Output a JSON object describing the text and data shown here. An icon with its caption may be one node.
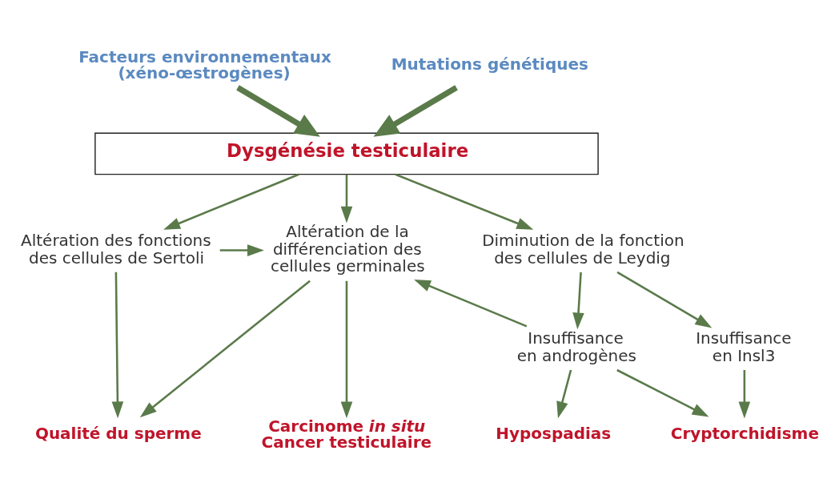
{
  "diagram": {
    "nodes": [
      {
        "text": [
          "Facteurs environnementaux (xéno-œstrogènes)"
        ]
      },
      {
        "text": [
          "Mutations génétiques"
        ]
      },
      {
        "text": [
          "Dysgénésie testiculaire"
        ]
      },
      {
        "text": [
          "Altération des fonctions des cellules de Sertoli"
        ]
      },
      {
        "text": [
          "Altération de la différenciation des cellules germinales"
        ]
      },
      {
        "text": [
          "Diminution de la fonction des cellules de Leydig"
        ]
      },
      {
        "text": [
          "Insuffisance en androgènes"
        ]
      },
      {
        "text": [
          "Insuffisance en Insl3"
        ]
      },
      {
        "text": [
          "Qualité du sperme"
        ]
      },
      {
        "text": [
          "Carcinome *in situ*",
          "Cancer testiculaire"
        ]
      },
      {
        "text": [
          "Hypospadias"
        ]
      },
      {
        "text": [
          "Cryptorchidisme"
        ]
      }
    ],
    "edges": [
      {
        "from": 0,
        "to": 2,
        "arrow": "to",
        "style": "thick"
      },
      {
        "from": 1,
        "to": 2,
        "arrow": "to",
        "style": "thick"
      },
      {
        "from": 2,
        "to": 3,
        "arrow": "to"
      },
      {
        "from": 2,
        "to": 4,
        "arrow": "to"
      },
      {
        "from": 2,
        "to": 5,
        "arrow": "to"
      },
      {
        "from": 3,
        "to": 4,
        "arrow": "to"
      },
      {
        "from": 3,
        "to": 8,
        "arrow": "to"
      },
      {
        "from": 4,
        "to": 8,
        "arrow": "to"
      },
      {
        "from": 4,
        "to": 9,
        "arrow": "to"
      },
      {
        "from": 5,
        "to": 6,
        "arrow": "to"
      },
      {
        "from": 5,
        "to": 7,
        "arrow": "to"
      },
      {
        "from": 6,
        "to": 4,
        "arrow": "to"
      },
      {
        "from": 6,
        "to": 10,
        "arrow": "to"
      },
      {
        "from": 6,
        "to": 11,
        "arrow": "to"
      },
      {
        "from": 7,
        "to": 11,
        "arrow": "to"
      }
    ]
  }
}
